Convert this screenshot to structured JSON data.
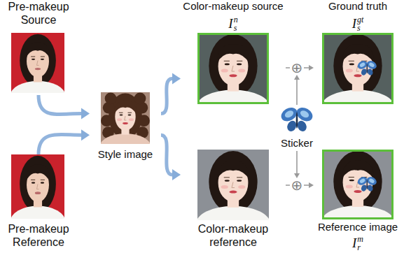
{
  "diagram": {
    "nodes": [
      {
        "text": [
          "Pre-makeup Source"
        ]
      },
      {
        "text": [
          "Color-makeup source",
          "I",
          "n",
          "s"
        ]
      },
      {
        "text": [
          "Ground truth",
          "I",
          "gt",
          "s"
        ]
      },
      {
        "text": [
          "Style image"
        ]
      },
      {
        "text": [
          "⊕"
        ]
      },
      {
        "text": [
          "Sticker"
        ]
      },
      {
        "text": [
          "⊕"
        ]
      },
      {
        "text": [
          "Pre-makeup Reference"
        ]
      },
      {
        "text": [
          "Color-makeup reference"
        ]
      },
      {
        "text": [
          "Reference image",
          "I",
          "m",
          "r"
        ]
      }
    ],
    "edges": [
      {
        "from": 0,
        "to": 3,
        "arrow": "to"
      },
      {
        "from": 7,
        "to": 3,
        "arrow": "to"
      },
      {
        "from": 3,
        "to": 1,
        "arrow": "to"
      },
      {
        "from": 3,
        "to": 8,
        "arrow": "to"
      },
      {
        "from": 1,
        "to": 4,
        "arrow": "none"
      },
      {
        "from": 4,
        "to": 2,
        "arrow": "to"
      },
      {
        "from": 5,
        "to": 4,
        "arrow": "to"
      },
      {
        "from": 8,
        "to": 6,
        "arrow": "none"
      },
      {
        "from": 6,
        "to": 9,
        "arrow": "to"
      },
      {
        "from": 5,
        "to": 6,
        "arrow": "to"
      }
    ]
  }
}
